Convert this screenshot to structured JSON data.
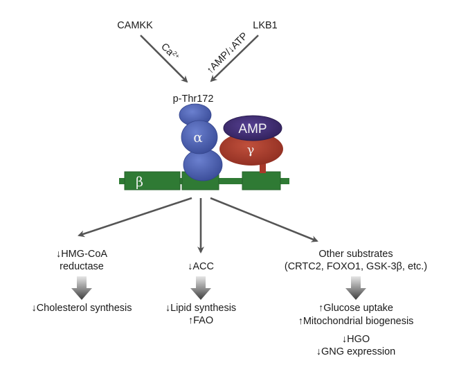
{
  "upstream": {
    "left_kinase": "CAMKK",
    "right_kinase": "LKB1",
    "left_signal": "Ca",
    "left_signal_sup": "2+",
    "right_signal": "↑AMP/↓ATP"
  },
  "complex": {
    "phospho_site": "p-Thr172",
    "alpha_label": "α",
    "beta_label": "β",
    "gamma_label": "γ",
    "amp_label": "AMP",
    "colors": {
      "alpha": "#4a5fb0",
      "beta": "#2f7a34",
      "gamma": "#a8392a",
      "amp": "#3e2a6e"
    }
  },
  "branches": [
    {
      "target_lines": [
        "↓HMG-CoA",
        "reductase"
      ],
      "outcome_lines": [
        "↓Cholesterol synthesis"
      ]
    },
    {
      "target_lines": [
        "↓ACC"
      ],
      "outcome_lines": [
        "↓Lipid synthesis",
        "↑FAO"
      ]
    },
    {
      "target_lines": [
        "Other substrates",
        "(CRTC2, FOXO1, GSK-3β, etc.)"
      ],
      "outcome_lines": [
        "↑Glucose uptake",
        "↑Mitochondrial biogenesis"
      ],
      "extra_lines": [
        "↓HGO",
        "↓GNG expression"
      ]
    }
  ]
}
